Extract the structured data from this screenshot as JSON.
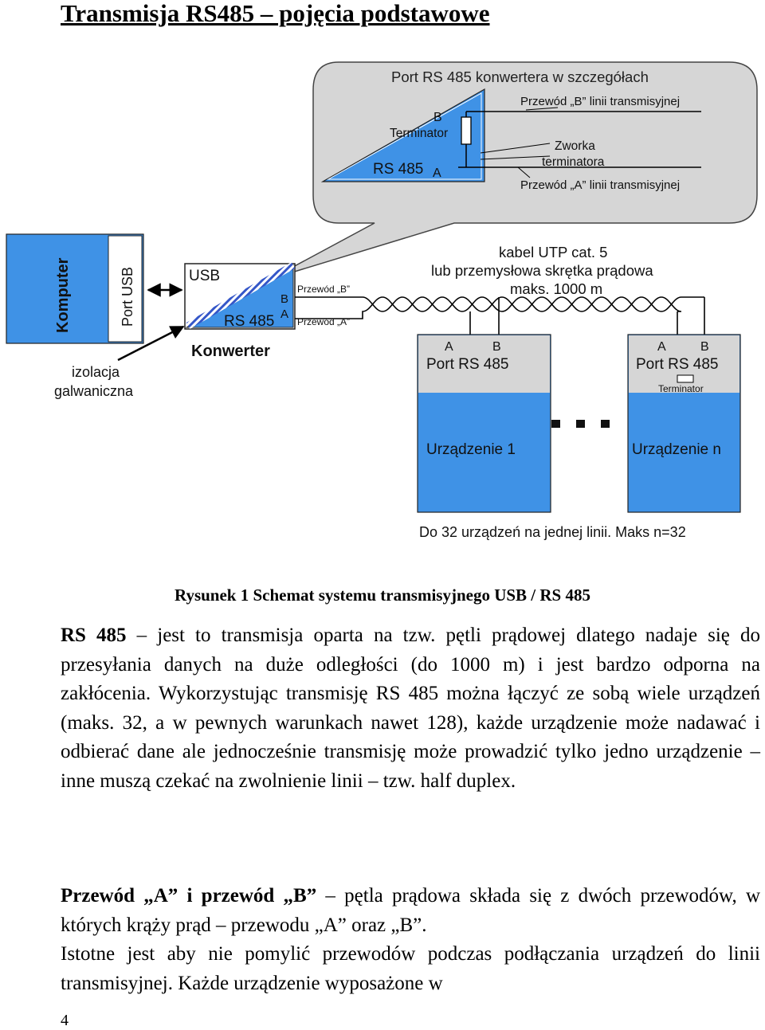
{
  "title": "Transmisja RS485 – pojęcia podstawowe",
  "diagram": {
    "callout_title": "Port RS 485 konwertera w szczegółach",
    "callout_wire_b": "Przewód „B” linii transmisyjnej",
    "callout_wire_a": "Przewód „A” linii transmisyjnej",
    "callout_b": "B",
    "callout_terminator": "Terminator",
    "callout_rs485": "RS 485",
    "callout_a": "A",
    "callout_jumper_line1": "Zworka",
    "callout_jumper_line2": "terminatora",
    "computer": "Komputer",
    "port_usb": "Port USB",
    "conv_usb": "USB",
    "conv_b": "B",
    "conv_a": "A",
    "conv_rs485": "RS 485",
    "conv_wire_b": "Przewód „B”",
    "conv_wire_a": "Przewód „A”",
    "converter": "Konwerter",
    "isolation_line1": "izolacja",
    "isolation_line2": "galwaniczna",
    "cable_line1": "kabel UTP cat. 5",
    "cable_line2": "lub przemysłowa skrętka prądowa",
    "cable_line3": "maks. 1000 m",
    "dev1_a": "A",
    "dev1_b": "B",
    "dev1_port": "Port RS 485",
    "dev1_name": "Urządzenie 1",
    "devn_a": "A",
    "devn_b": "B",
    "devn_port": "Port RS 485",
    "devn_terminator": "Terminator",
    "devn_name": "Urządzenie n",
    "footer_note": "Do 32 urządzeń na jednej linii. Maks n=32",
    "colors": {
      "blue": "#3f92e6",
      "light_blue": "#cce4fa",
      "gray": "#d6d6d6"
    }
  },
  "caption": "Rysunek 1 Schemat systemu transmisyjnego USB / RS 485",
  "p1_bold": "RS 485",
  "p1_text": " – jest to transmisja oparta na tzw. pętli prądowej dlatego nadaje się do przesyłania danych na duże odległości (do 1000 m) i jest bardzo odporna na zakłócenia. Wykorzystując transmisję RS 485 można łączyć ze sobą wiele urządzeń (maks. 32, a w pewnych warunkach nawet 128), każde urządzenie może nadawać i odbierać dane ale jednocześnie transmisję może prowadzić tylko jedno urządzenie – inne muszą czekać na zwolnienie linii – tzw. half duplex.",
  "p2_bold": "Przewód „A” i przewód „B”",
  "p2_text": " – pętla prądowa składa się z dwóch przewodów, w których krąży prąd – przewodu „A” oraz „B”.",
  "p3_text": "Istotne jest aby nie pomylić przewodów podczas podłączania urządzeń do linii transmisyjnej. Każde urządzenie wyposażone w",
  "page_number": "4"
}
